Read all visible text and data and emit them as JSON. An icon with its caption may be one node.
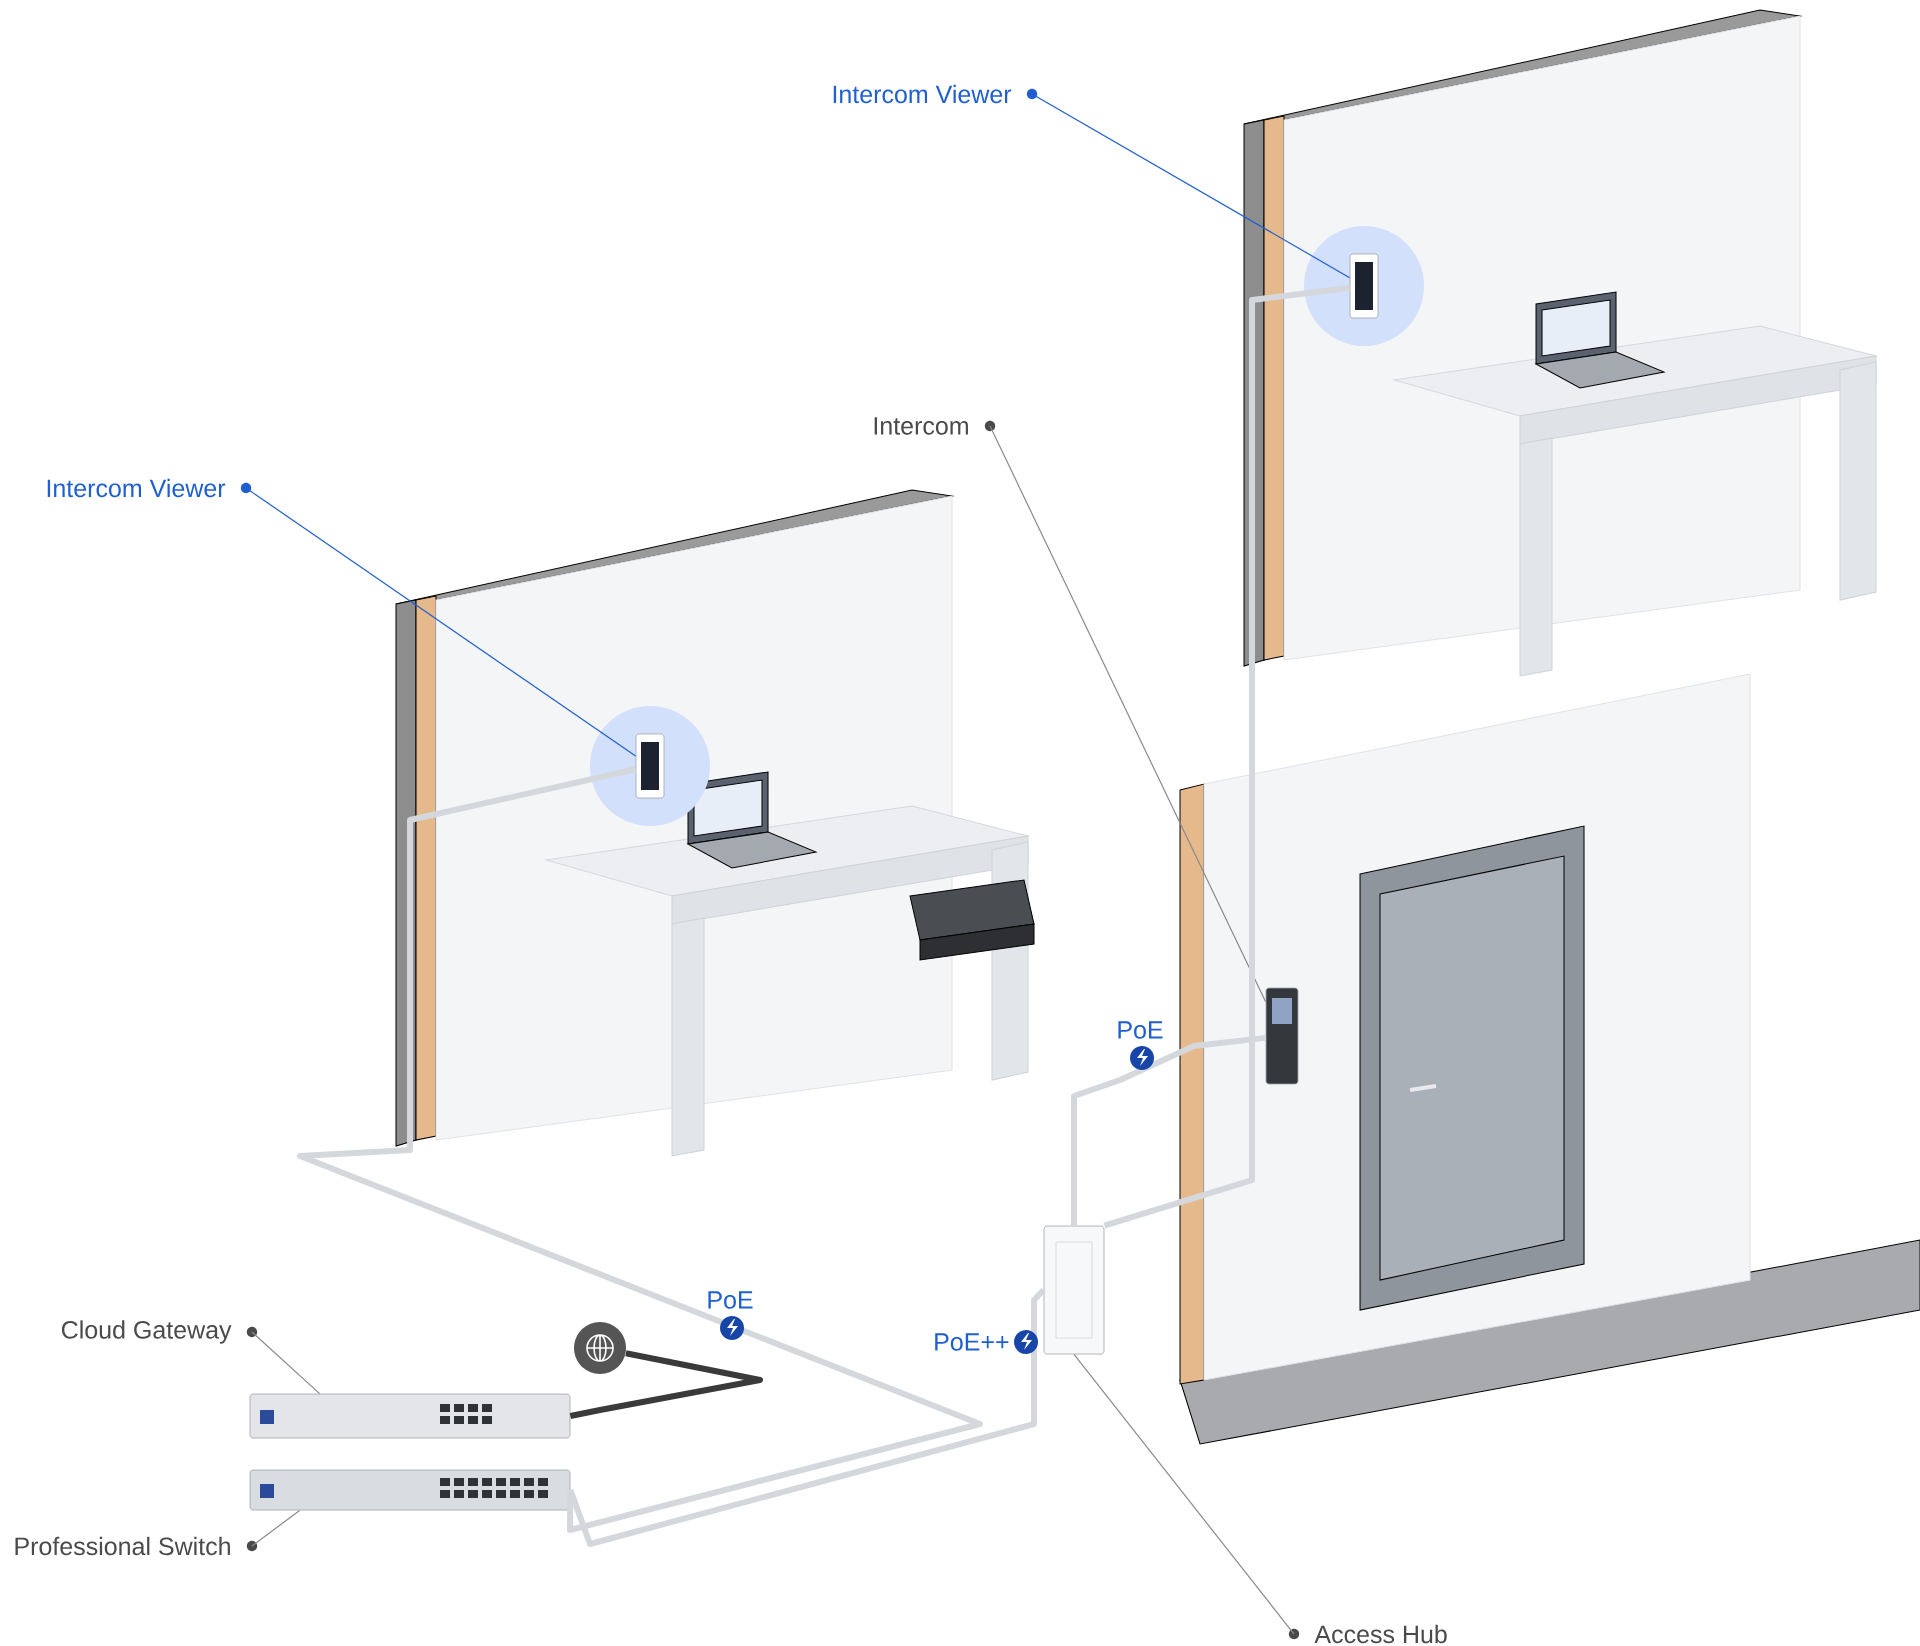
{
  "diagram": {
    "nodes": [
      {
        "text": [
          "Intercom Viewer"
        ]
      },
      {
        "text": [],
        "shape": "picture"
      },
      {
        "text": [
          "Intercom Viewer"
        ]
      },
      {
        "text": [],
        "shape": "picture"
      },
      {
        "text": [
          "Intercom"
        ]
      },
      {
        "text": [],
        "shape": "picture"
      },
      {
        "text": [
          "Cloud Gateway"
        ]
      },
      {
        "text": [],
        "shape": "picture"
      },
      {
        "text": [
          "Professional Switch"
        ]
      },
      {
        "text": [],
        "shape": "picture"
      },
      {
        "text": [
          "Access Hub"
        ]
      },
      {
        "text": [],
        "shape": "picture"
      },
      {
        "text": [],
        "shape": "circle"
      }
    ],
    "edges": [
      {
        "from": 0,
        "to": 1,
        "arrow": "none",
        "color": "#1f5fd0"
      },
      {
        "from": 2,
        "to": 3,
        "arrow": "none",
        "color": "#1f5fd0"
      },
      {
        "from": 4,
        "to": 5,
        "arrow": "none"
      },
      {
        "from": 6,
        "to": 7,
        "arrow": "none"
      },
      {
        "from": 8,
        "to": 9,
        "arrow": "none"
      },
      {
        "from": 10,
        "to": 11,
        "arrow": "none"
      },
      {
        "from": 12,
        "to": 7,
        "arrow": "none",
        "style": "thick",
        "color": "#3a3a3a"
      },
      {
        "from": 9,
        "to": 3,
        "arrow": "none",
        "label": "PoE",
        "style": "thick",
        "color": "#d4d8dd"
      },
      {
        "from": 9,
        "to": 11,
        "arrow": "none",
        "label": "PoE++",
        "style": "thick",
        "color": "#d4d8dd"
      },
      {
        "from": 11,
        "to": 5,
        "arrow": "none",
        "label": "PoE",
        "style": "thick",
        "color": "#d4d8dd"
      },
      {
        "from": 11,
        "to": 1,
        "arrow": "none",
        "style": "thick",
        "color": "#d4d8dd"
      }
    ]
  }
}
